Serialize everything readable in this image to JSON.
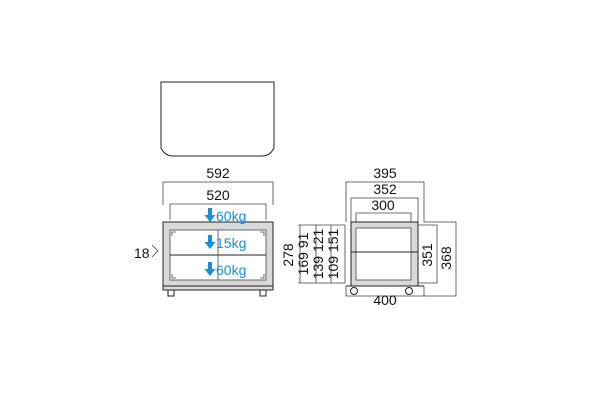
{
  "colors": {
    "load_arrow": "#1a8fd6",
    "load_text": "#1a8fd6",
    "frame": "#d9d9d9",
    "line": "#222222"
  },
  "front_view": {
    "overall_width": "592",
    "inner_width": "520",
    "board_thickness": "18",
    "shelf_loads": [
      "60kg",
      "15kg",
      "60kg"
    ]
  },
  "side_view": {
    "overall_depth": "395",
    "shelf_depth": "352",
    "inner_depth": "300",
    "base_depth": "400",
    "overall_height": "278",
    "height_left_col": "169 91",
    "height_mid_col": "139 121",
    "height_right_col": "109 151",
    "inner_height": "351",
    "total_height": "368"
  }
}
